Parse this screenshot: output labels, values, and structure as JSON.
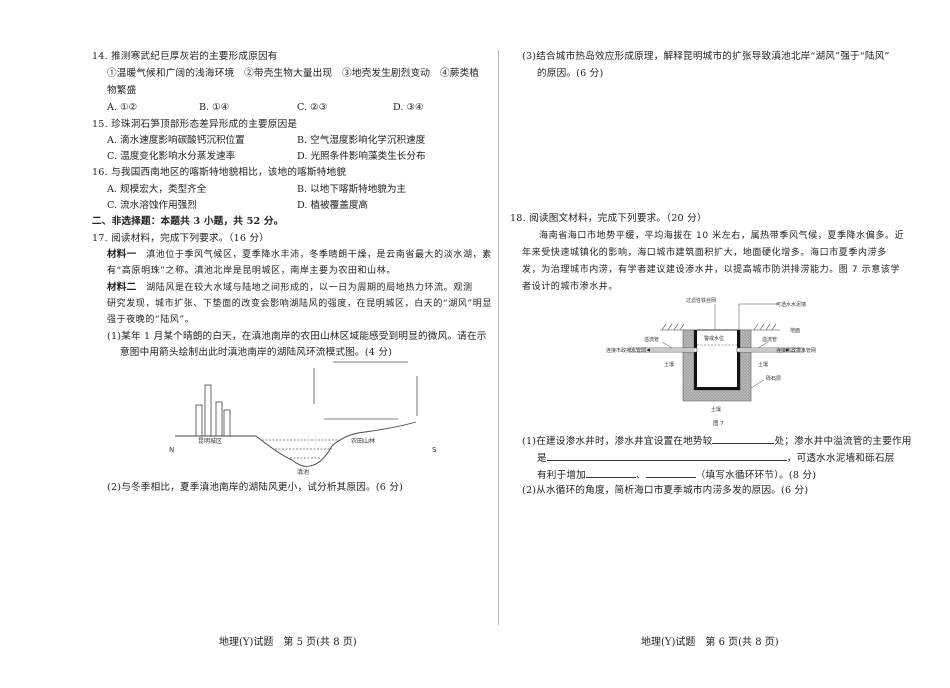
{
  "left_page": {
    "q14": {
      "stem": "14. 推测寒武纪巨厚灰岩的主要形成原因有",
      "items_line1": "①温暖气候和广阔的浅海环境　②带壳生物大量出现　③地壳发生剧烈变动　④蕨类植",
      "items_line2": "物繁盛",
      "options": [
        "A. ①②",
        "B. ①④",
        "C. ②③",
        "D. ③④"
      ]
    },
    "q15": {
      "stem": "15. 珍珠洞石笋顶部形态差异形成的主要原因是",
      "options": [
        "A. 滴水速度影响碳酸钙沉积位置",
        "B. 空气湿度影响化学沉积速度",
        "C. 温度变化影响水分蒸发速率",
        "D. 光照条件影响藻类生长分布"
      ]
    },
    "q16": {
      "stem": "16. 与我国西南地区的喀斯特地貌相比，该地的喀斯特地貌",
      "options": [
        "A. 规模宏大，类型齐全",
        "B. 以地下喀斯特地貌为主",
        "C. 流水溶蚀作用强烈",
        "D. 植被覆盖度高"
      ]
    },
    "section2_heading": "二、非选择题：本题共 3 小题，共 52 分。",
    "q17": {
      "stem": "17. 阅读材料，完成下列要求。（16 分）",
      "material1_label": "材料一",
      "material1_line1": "滇池位于季风气候区，夏季降水丰沛，冬季晴朗干燥，是云南省最大的淡水湖，素",
      "material1_line2": "有“高原明珠”之称。滇池北岸是昆明城区，南岸主要为农田和山林。",
      "material2_label": "材料二",
      "material2_line1": "湖陆风是在较大水域与陆地之间形成的，以一日为周期的局地热力环流。观测",
      "material2_line2": "研究发现，城市扩张、下垫面的改变会影响湖陆风的强度，在昆明城区，白天的“湖风”明显",
      "material2_line3": "强于夜晚的“陆风”。",
      "sub1_line1": "(1)某年 1 月某个晴朗的白天，在滇池南岸的农田山林区域能感受到明显的微风。请在示",
      "sub1_line2": "意图中用箭头绘制出此时滇池南岸的湖陆风环流模式图。(4 分)",
      "diagram": {
        "label_city": "昆明城区",
        "label_lake": "滇池",
        "label_farm": "农田山林",
        "label_north": "N",
        "label_south": "S"
      },
      "sub2": "(2)与冬季相比，夏季滇池南岸的湖陆风更小，试分析其原因。(6 分)"
    },
    "footer": "地理(Y)试题　第 5 页(共 8 页)"
  },
  "right_page": {
    "q17_sub3_line1": "(3)结合城市热岛效应形成原理，解释昆明城市的扩张导致滇池北岸“湖风”强于“陆风”",
    "q17_sub3_line2": "的原因。(6 分)",
    "q18": {
      "stem": "18. 阅读图文材料，完成下列要求。（20 分）",
      "para_line1": "海南省海口市地势平缓，平均海拔在 10 米左右，属热带季风气候，夏季降水偏多。近",
      "para_line2": "年来受快速城镇化的影响，海口城市建筑面积扩大，地面硬化增多。海口市夏季内涝多",
      "para_line3": "发，为治理城市内涝，有学者建议建设渗水井，以提高城市防洪排涝能力。图 7 示意该学",
      "para_line4": "者设计的城市渗水井。",
      "figure": {
        "caption": "图 7",
        "label_filter_mesh": "过滤性铁丝网",
        "label_permeable_wall": "可透水水泥墙",
        "label_ground": "地面",
        "label_overflow_left": "溢流管",
        "label_overflow_right": "溢流管",
        "label_warning_level": "警戒水位",
        "label_pipe_left": "连接市政排水管网",
        "label_pipe_right": "连接市政排水管网",
        "label_soil_left": "土壤",
        "label_soil_right": "土壤",
        "label_soil_bottom": "土壤",
        "label_gravel": "砾石层"
      },
      "sub1_a": "(1)在建设渗水井时，渗水井宜设置在地势较",
      "sub1_b": "处；渗水井中溢流管的主要作用",
      "sub1_c": "是",
      "sub1_d": "，可透水水泥墙和砾石层",
      "sub1_e": "有利于增加",
      "sub1_f": "、",
      "sub1_g": "（填写水循环环节）。(8 分)",
      "sub2": "(2)从水循环的角度，简析海口市夏季城市内涝多发的原因。(6 分)"
    },
    "footer": "地理(Y)试题　第 6 页(共 8 页)"
  }
}
